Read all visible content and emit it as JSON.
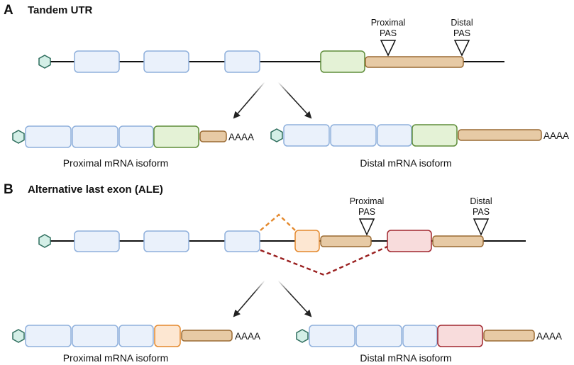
{
  "panels": [
    {
      "letter": "A",
      "title": "Tandem UTR",
      "pas_proximal": [
        "Proximal",
        "PAS"
      ],
      "pas_distal": [
        "Distal",
        "PAS"
      ],
      "isoform_proximal": "Proximal mRNA isoform",
      "isoform_distal": "Distal mRNA isoform",
      "polyA_tail": "AAAA"
    },
    {
      "letter": "B",
      "title": "Alternative last exon (ALE)",
      "pas_proximal": [
        "Proximal",
        "PAS"
      ],
      "pas_distal": [
        "Distal",
        "PAS"
      ],
      "isoform_proximal": "Proximal mRNA isoform",
      "isoform_distal": "Distal mRNA isoform",
      "polyA_tail": "AAAA"
    }
  ],
  "colors": {
    "cap_fill": "#d4efe7",
    "cap_stroke": "#2f6e5e",
    "coding_exon_fill": "#eaf1fb",
    "coding_exon_stroke": "#8fb0dc",
    "last_exon_green_fill": "#e4f2d6",
    "last_exon_green_stroke": "#5f8d3a",
    "utr_fill": "#e7caa5",
    "utr_stroke": "#9a6a33",
    "ale_orange_fill": "#fde7d2",
    "ale_orange_stroke": "#e4892d",
    "ale_red_fill": "#f8dcdc",
    "ale_red_stroke": "#a0262e",
    "splice_orange": "#e4892d",
    "splice_red": "#9a2020"
  }
}
